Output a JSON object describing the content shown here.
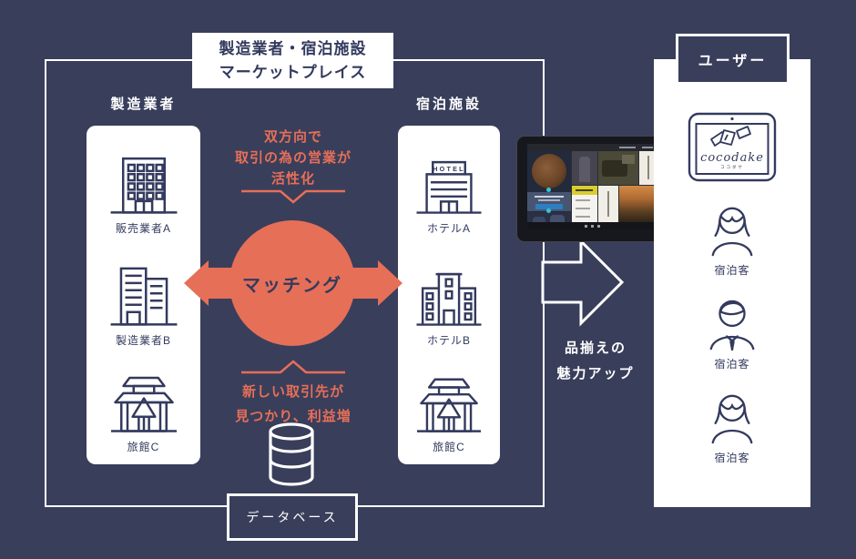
{
  "colors": {
    "background": "#393e5b",
    "ink": "#333a5e",
    "accent": "#e66f58",
    "white": "#ffffff"
  },
  "title_box": {
    "line1": "製造業者・宿泊施設",
    "line2": "マーケットプレイス"
  },
  "manufacturers": {
    "label": "製造業者",
    "items": [
      {
        "icon": "office-building-icon",
        "label": "販売業者A"
      },
      {
        "icon": "factory-building-icon",
        "label": "製造業者B"
      },
      {
        "icon": "ryokan-icon",
        "label": "旅館C"
      }
    ]
  },
  "accommodations": {
    "label": "宿泊施設",
    "items": [
      {
        "icon": "hotel-sign-building-icon",
        "label": "ホテルA",
        "sign": "HOTEL"
      },
      {
        "icon": "hotel-tower-building-icon",
        "label": "ホテルB"
      },
      {
        "icon": "ryokan-icon",
        "label": "旅館C"
      }
    ]
  },
  "matching": {
    "label": "マッチング",
    "top_note": {
      "line1": "双方向で",
      "line2": "取引の為の営業が",
      "line3": "活性化"
    },
    "bottom_note": {
      "line1": "新しい取引先が",
      "line2": "見つかり、利益増"
    }
  },
  "database": {
    "icon": "database-icon",
    "label": "データベース"
  },
  "flow": {
    "icon": "right-arrow-icon",
    "caption": {
      "line1": "品揃えの",
      "line2": "魅力アップ"
    }
  },
  "device_preview": {
    "name": "marketplace-website-tablet-screenshot"
  },
  "users_panel": {
    "header": "ユーザー",
    "app_badge": {
      "device_icon": "tablet-icon",
      "logo_icon": "handshake-icon",
      "brand": "cocodake",
      "brand_sub": "ココダケ"
    },
    "users": [
      {
        "icon": "female-guest-icon",
        "label": "宿泊客"
      },
      {
        "icon": "male-guest-icon",
        "label": "宿泊客"
      },
      {
        "icon": "female-guest-icon",
        "label": "宿泊客"
      }
    ]
  }
}
